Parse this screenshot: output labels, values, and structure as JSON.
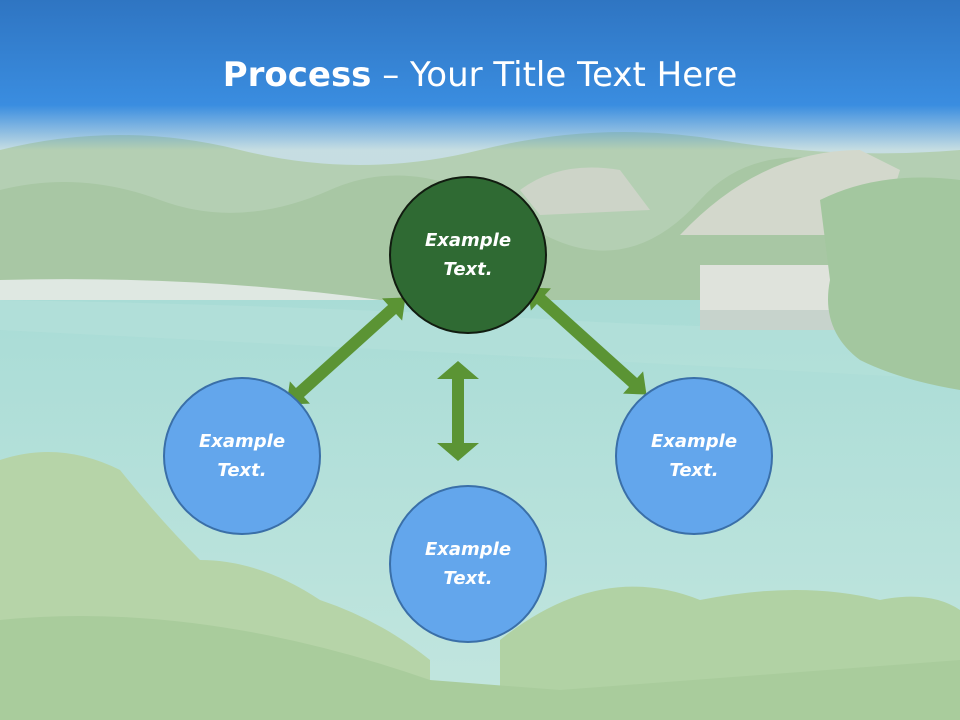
{
  "title": {
    "bold": "Process",
    "rest": " – Your Title Text Here"
  },
  "nodes": {
    "top": "Example Text.",
    "left": "Example Text.",
    "right": "Example Text.",
    "bottom": "Example Text."
  },
  "colors": {
    "title_bar": "#3a8de0",
    "top_circle": "#2f6a33",
    "blue_circle": "#63a6ec",
    "arrow": "#5b9434",
    "sea": "#a9dcd6"
  },
  "icons": [
    "double-arrow-icon"
  ]
}
